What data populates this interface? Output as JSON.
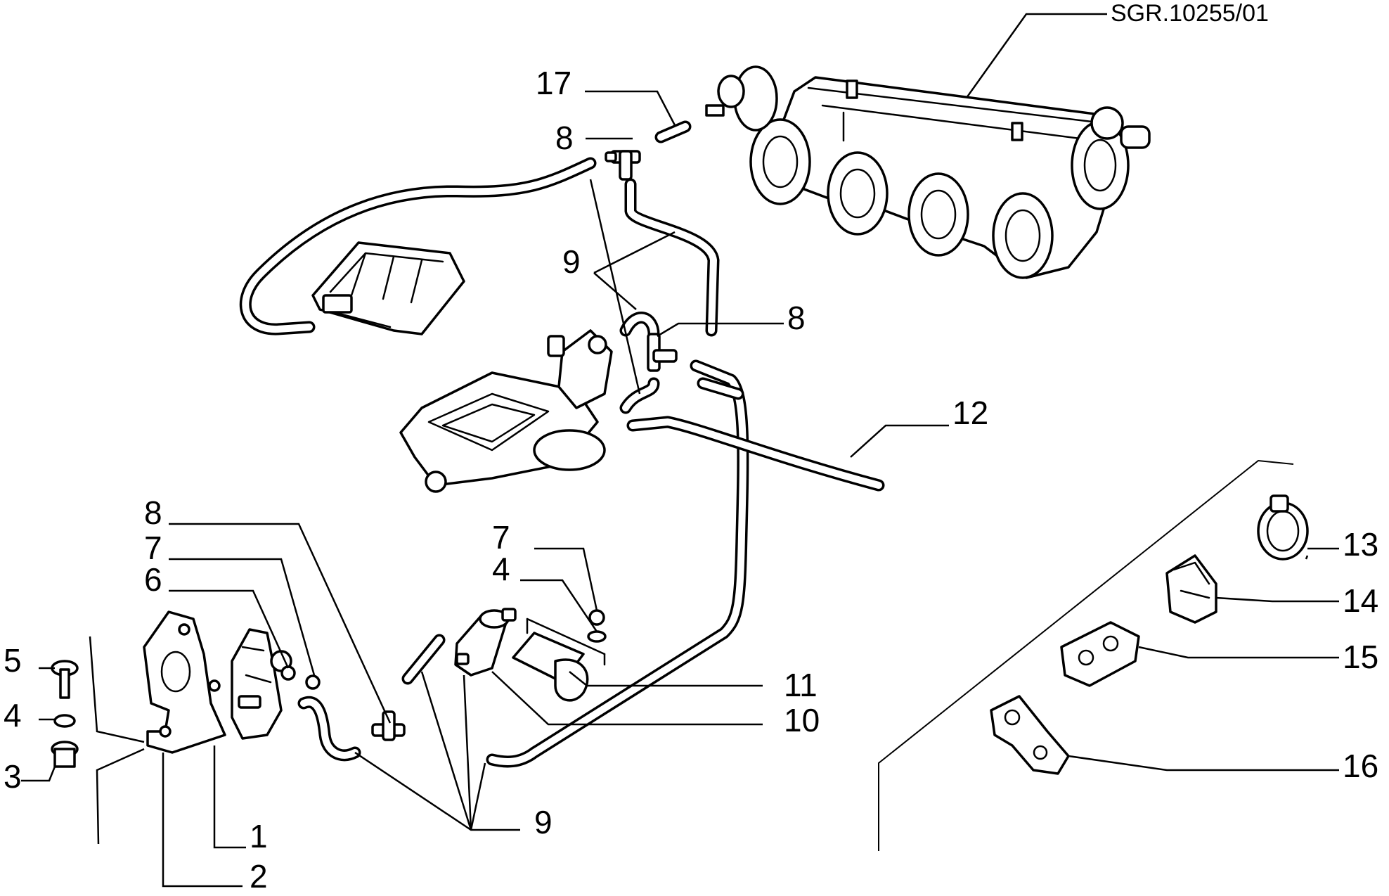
{
  "drawing_ref": "SGR.10255/01",
  "labels": [
    {
      "id": "c1",
      "text": "1"
    },
    {
      "id": "c2",
      "text": "2"
    },
    {
      "id": "c3",
      "text": "3"
    },
    {
      "id": "c4a",
      "text": "4"
    },
    {
      "id": "c4b",
      "text": "4"
    },
    {
      "id": "c5",
      "text": "5"
    },
    {
      "id": "c6",
      "text": "6"
    },
    {
      "id": "c7a",
      "text": "7"
    },
    {
      "id": "c7b",
      "text": "7"
    },
    {
      "id": "c8a",
      "text": "8"
    },
    {
      "id": "c8b",
      "text": "8"
    },
    {
      "id": "c8c",
      "text": "8"
    },
    {
      "id": "c9a",
      "text": "9"
    },
    {
      "id": "c9b",
      "text": "9"
    },
    {
      "id": "c10",
      "text": "10"
    },
    {
      "id": "c11",
      "text": "11"
    },
    {
      "id": "c12",
      "text": "12"
    },
    {
      "id": "c13",
      "text": "13"
    },
    {
      "id": "c14",
      "text": "14"
    },
    {
      "id": "c15",
      "text": "15"
    },
    {
      "id": "c16",
      "text": "16"
    },
    {
      "id": "c17",
      "text": "17"
    }
  ]
}
